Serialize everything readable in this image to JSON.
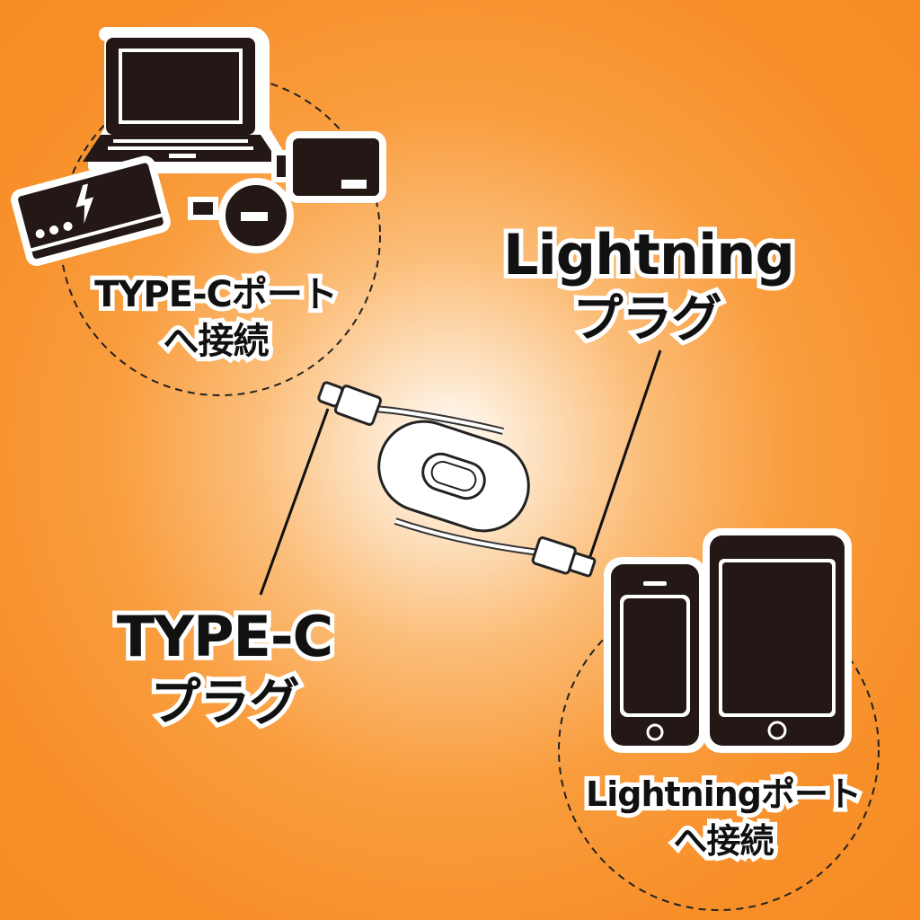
{
  "source_label": {
    "line1": "TYPE-Cポート",
    "line2": "へ接続"
  },
  "lightning_plug_label": {
    "line1": "Lightning",
    "line2": "プラグ"
  },
  "typec_plug_label": {
    "line1": "TYPE-C",
    "line2": "プラグ"
  },
  "target_label": {
    "line1": "Lightningポート",
    "line2": "へ接続"
  },
  "colors": {
    "background_edge": "#f7902a",
    "background_center": "#ffffff",
    "icon": "#231815",
    "outline": "#ffffff"
  }
}
